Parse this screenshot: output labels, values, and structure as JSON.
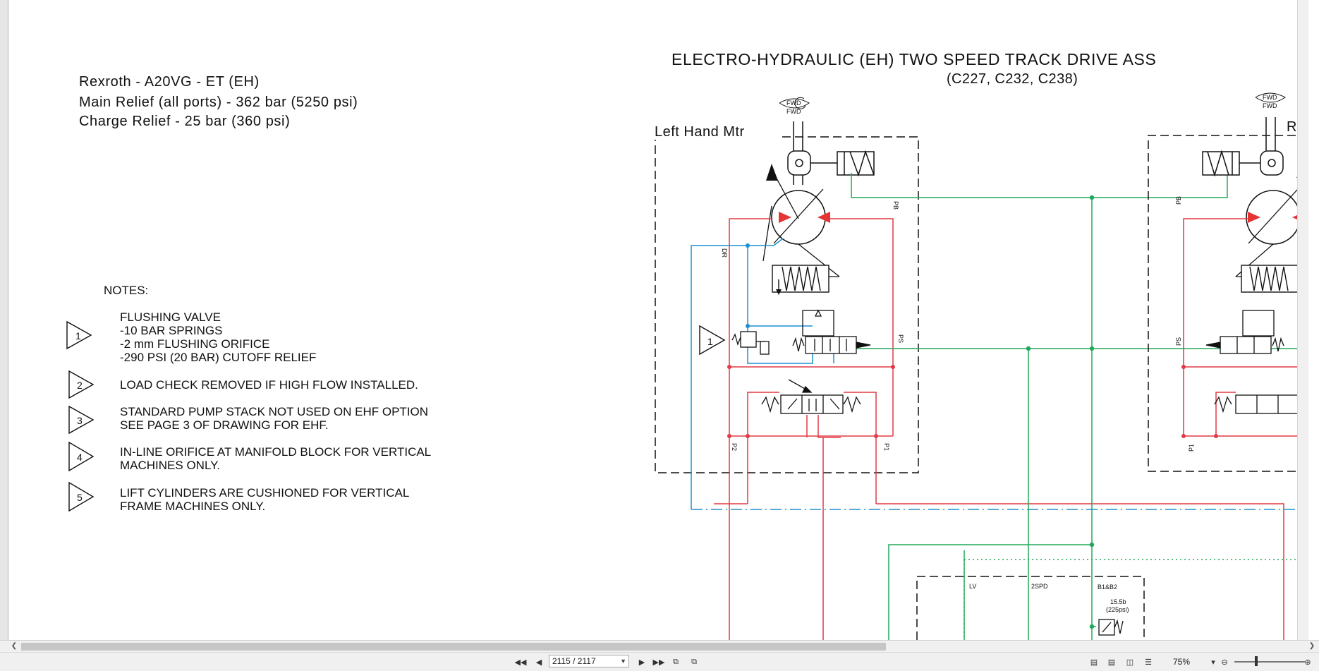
{
  "diagram": {
    "title": "ELECTRO-HYDRAULIC (EH) TWO SPEED TRACK DRIVE ASS",
    "subtitle": "(C227, C232, C238)",
    "specs": [
      "Rexroth - A20VG - ET (EH)",
      "Main Relief (all ports) - 362 bar (5250 psi)",
      "Charge Relief - 25 bar (360 psi)"
    ],
    "notes_heading": "NOTES:",
    "notes": [
      {
        "number": "1",
        "lines": [
          "FLUSHING VALVE",
          "-10 BAR SPRINGS",
          "-2 mm FLUSHING ORIFICE",
          "-290 PSI (20 BAR) CUTOFF RELIEF"
        ]
      },
      {
        "number": "2",
        "lines": [
          "LOAD CHECK REMOVED IF HIGH FLOW INSTALLED."
        ]
      },
      {
        "number": "3",
        "lines": [
          "STANDARD PUMP STACK NOT USED ON EHF OPTION",
          "SEE PAGE 3 OF DRAWING FOR EHF."
        ]
      },
      {
        "number": "4",
        "lines": [
          "IN-LINE ORIFICE AT MANIFOLD BLOCK FOR VERTICAL",
          "MACHINES ONLY."
        ]
      },
      {
        "number": "5",
        "lines": [
          "LIFT CYLINDERS ARE CUSHIONED FOR VERTICAL",
          "FRAME MACHINES ONLY."
        ]
      }
    ],
    "left_motor_label": "Left Hand Mtr",
    "right_motor_label": "Righ",
    "fwd_label": "FWD",
    "port_labels": {
      "pb": "PB",
      "dr": "DR",
      "ps": "PS",
      "p1": "P1",
      "p2": "P2"
    },
    "note_marker": "1",
    "manifold_labels": {
      "lv": "LV",
      "twospd": "2SPD",
      "b1b2": "B1&B2",
      "pressure": "15.5b",
      "pressure_psi": "(225psi)"
    },
    "colors": {
      "pressure_line": "#e03a44",
      "case_drain_line": "#1b8fd0",
      "pilot_line": "#20a85a",
      "arrow_red": "#e63434"
    }
  },
  "viewer": {
    "page_field": "2115 / 2117",
    "zoom": "75%"
  }
}
